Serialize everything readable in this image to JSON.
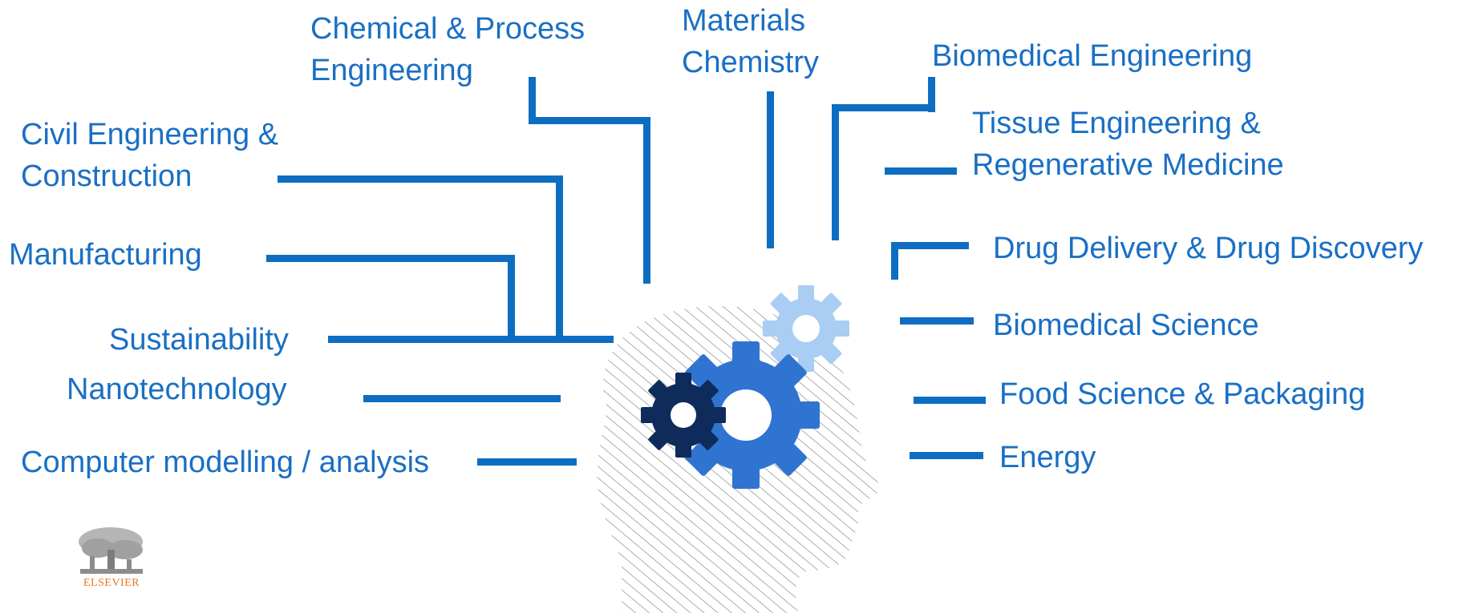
{
  "topics": {
    "chemical_process": [
      "Chemical & Process",
      "Engineering"
    ],
    "materials_chemistry": [
      "Materials",
      "Chemistry"
    ],
    "biomedical_engineering": "Biomedical Engineering",
    "civil_engineering": [
      "Civil Engineering &",
      "Construction"
    ],
    "tissue_engineering": [
      "Tissue Engineering &",
      "Regenerative Medicine"
    ],
    "manufacturing": "Manufacturing",
    "drug_delivery": "Drug Delivery & Drug Discovery",
    "sustainability": "Sustainability",
    "biomedical_science": "Biomedical Science",
    "nanotechnology": "Nanotechnology",
    "food_science": "Food Science & Packaging",
    "computer_modelling": "Computer modelling / analysis",
    "energy": "Energy"
  },
  "logo": {
    "caption": "ELSEVIER",
    "icon": "elsevier-tree-icon"
  },
  "illustration": {
    "icon": "head-with-gears-icon",
    "colors": {
      "line": "#0d6ec1",
      "text": "#1a6fc4",
      "gear_dark": "#0e2b5c",
      "gear_mid": "#2f74d0",
      "gear_light": "#a9cdf3",
      "hatch": "#8a8a8a"
    }
  }
}
